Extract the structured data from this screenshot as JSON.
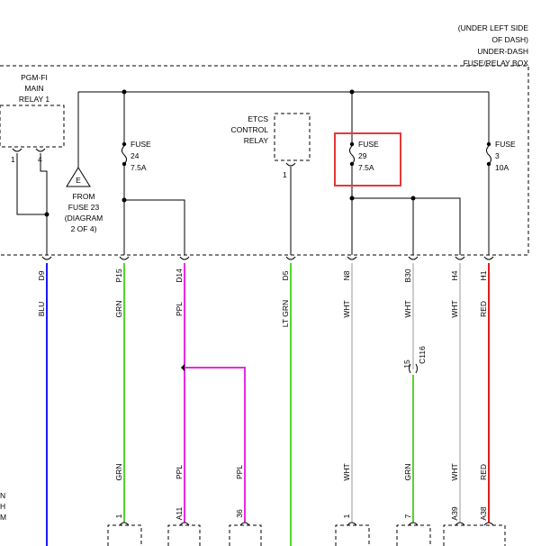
{
  "title": "",
  "highlight_color": "#e53935",
  "box_label": [
    "(UNDER LEFT SIDE",
    "OF DASH)",
    "UNDER-DASH",
    "FUSE/RELAY BOX"
  ],
  "pgm_relay": [
    "PGM-FI",
    "MAIN",
    "RELAY 1"
  ],
  "pgm_pins": [
    "1",
    "4"
  ],
  "from_fuse": {
    "letter": "E",
    "lines": [
      "FROM",
      "FUSE 23",
      "(DIAGRAM",
      "2 OF 4)"
    ]
  },
  "etcs_relay": {
    "lines": [
      "ETCS",
      "CONTROL",
      "RELAY"
    ],
    "pin": "1"
  },
  "fuses": [
    {
      "lines": [
        "FUSE",
        "24",
        "7.5A"
      ]
    },
    {
      "lines": [
        "FUSE",
        "29",
        "7.5A"
      ],
      "highlighted": true
    },
    {
      "lines": [
        "FUSE",
        "3",
        "10A"
      ]
    }
  ],
  "wires": [
    {
      "pin": "D9",
      "top_color": "BLU",
      "bottom_color": "",
      "hex": "#1a1aff"
    },
    {
      "pin": "P15",
      "top_color": "GRN",
      "bottom_color": "GRN",
      "hex": "#55d42f",
      "bottom_pin": "1"
    },
    {
      "pin": "D14",
      "top_color": "PPL",
      "bottom_color": "PPL",
      "hex": "#e62ae6",
      "bottom_pin": "A11"
    },
    {
      "pin": "",
      "top_color": "",
      "bottom_color": "PPL",
      "hex": "#e62ae6",
      "bottom_pin": "36"
    },
    {
      "pin": "D5",
      "top_color": "LT GRN",
      "bottom_color": "",
      "hex": "#55d42f"
    },
    {
      "pin": "N8",
      "top_color": "WHT",
      "bottom_color": "WHT",
      "hex": "#cccccc",
      "bottom_pin": "1"
    },
    {
      "pin": "B30",
      "top_color": "WHT",
      "bottom_color": "GRN",
      "hex": "#cccccc",
      "bottom_pin": "7"
    },
    {
      "pin": "H4",
      "top_color": "WHT",
      "bottom_color": "WHT",
      "hex": "#cccccc",
      "bottom_pin": "A39"
    },
    {
      "pin": "H1",
      "top_color": "RED",
      "bottom_color": "RED",
      "hex": "#e01b1b",
      "bottom_pin": "A38"
    }
  ],
  "connector_c116": {
    "pin": "15",
    "name": "C116"
  },
  "left_edge_text": [
    "N",
    "H",
    "M"
  ]
}
